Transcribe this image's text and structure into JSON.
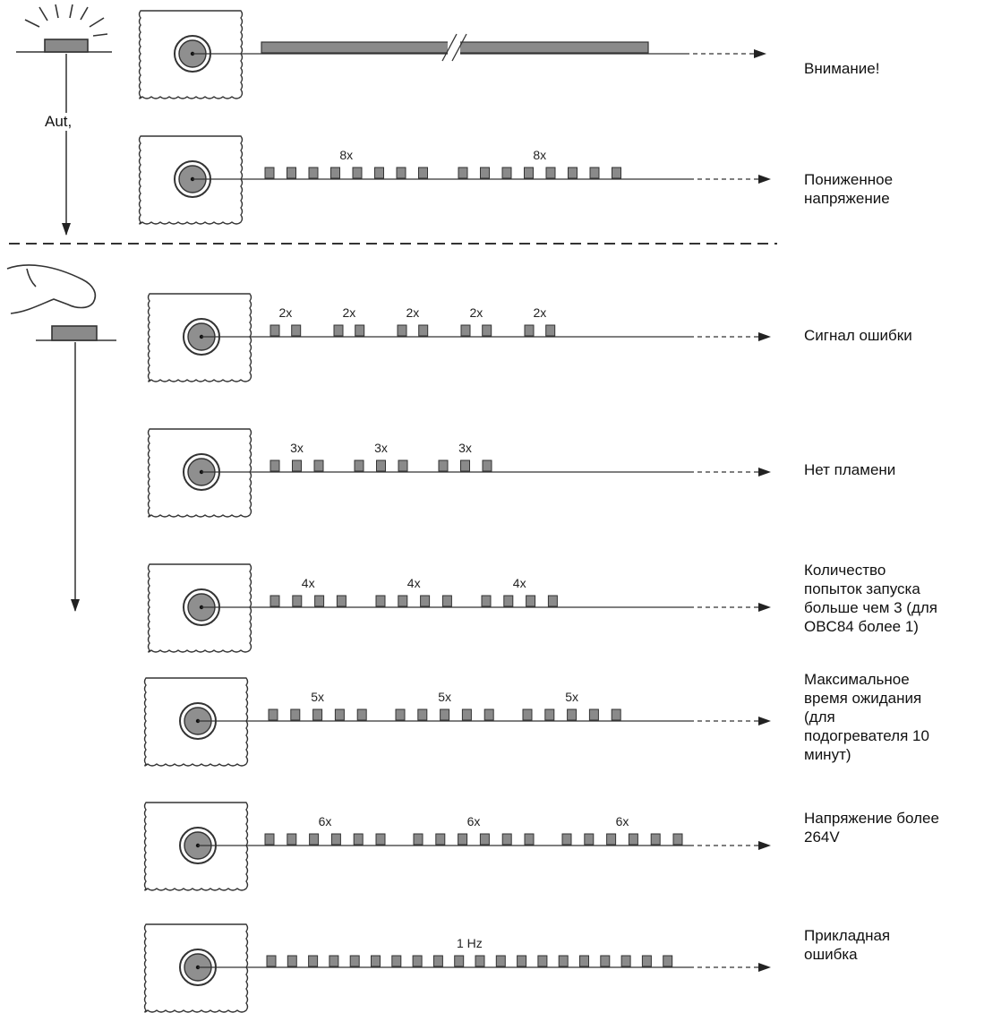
{
  "auto_label": "Aut,",
  "rows": [
    {
      "pulses": 0,
      "groups": 0,
      "count_label": "",
      "description": [
        "Внимание!"
      ]
    },
    {
      "pulses": 8,
      "groups": 2,
      "count_label": "8x",
      "description": [
        "Пониженное",
        "напряжение"
      ]
    },
    {
      "pulses": 2,
      "groups": 5,
      "count_label": "2x",
      "description": [
        "Сигнал ошибки"
      ]
    },
    {
      "pulses": 3,
      "groups": 3,
      "count_label": "3x",
      "description": [
        "Нет пламени"
      ]
    },
    {
      "pulses": 4,
      "groups": 3,
      "count_label": "4x",
      "description": [
        "Количество",
        "попыток запуска",
        "больше чем 3 (для",
        "OBC84 более 1)"
      ]
    },
    {
      "pulses": 5,
      "groups": 3,
      "count_label": "5x",
      "description": [
        "Максимальное",
        "время ожидания",
        "(для",
        "подогревателя 10",
        "минут)"
      ]
    },
    {
      "pulses": 6,
      "groups": 3,
      "count_label": "6x",
      "description": [
        "Напряжение более",
        "264V"
      ]
    },
    {
      "pulses": 20,
      "groups": 1,
      "count_label": "1 Hz",
      "description": [
        "Прикладная",
        "ошибка"
      ]
    }
  ]
}
